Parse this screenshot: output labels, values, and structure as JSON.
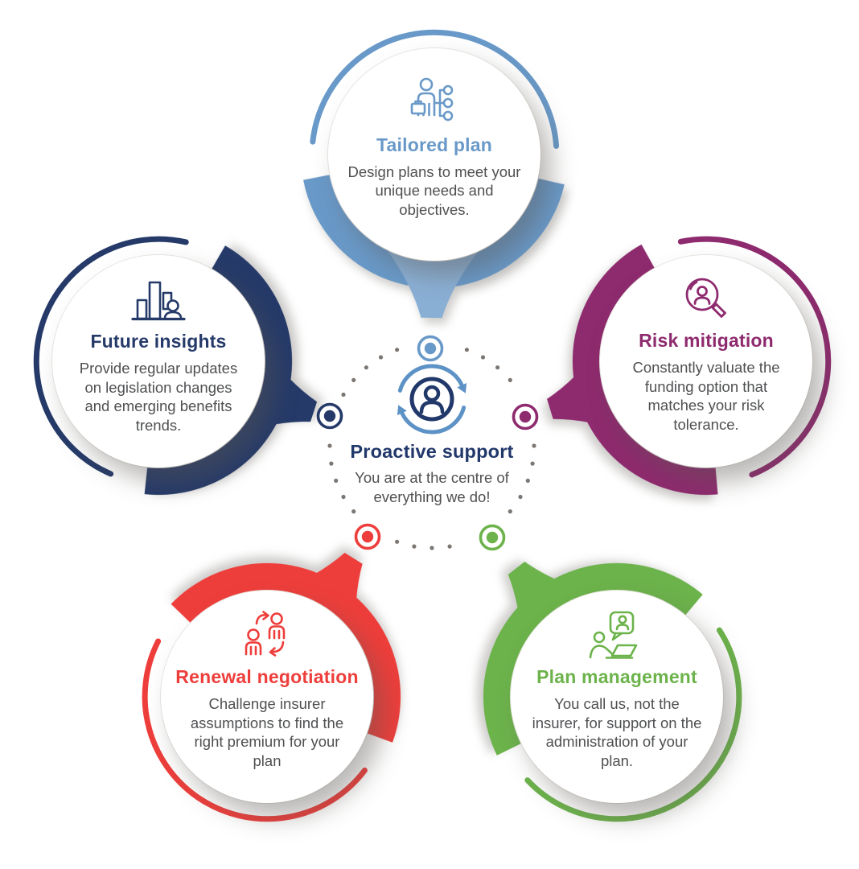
{
  "diagram": {
    "background_color": "#ffffff",
    "text_color": "#4f5052",
    "dot_color": "#7c7773",
    "center": {
      "title": "Proactive support",
      "description": "You are at the centre of everything we do!",
      "title_color": "#21386b",
      "icon": "person-cycle-icon",
      "icon_circle_color": "#21386b",
      "icon_arrow_color": "#5d92c7"
    },
    "sections": [
      {
        "id": "tailored-plan",
        "title": "Tailored plan",
        "description": "Design plans to meet your unique needs and objectives.",
        "color": "#6999c8",
        "icon": "person-briefcase-options-icon",
        "position": "top"
      },
      {
        "id": "future-insights",
        "title": "Future insights",
        "description": "Provide regular updates on legislation changes and emerging benefits trends.",
        "color": "#253a69",
        "icon": "bar-chart-person-icon",
        "position": "left"
      },
      {
        "id": "risk-mitigation",
        "title": "Risk mitigation",
        "description": "Constantly valuate the funding option that matches your risk tolerance.",
        "color": "#8e2a6e",
        "icon": "magnifier-person-icon",
        "position": "right"
      },
      {
        "id": "renewal-negotiation",
        "title": "Renewal negotiation",
        "description": "Challenge insurer assumptions to find the right premium for your plan",
        "color": "#ee3e3b",
        "icon": "people-swap-icon",
        "position": "bottom-left"
      },
      {
        "id": "plan-management",
        "title": "Plan management",
        "description": "You call us, not the insurer, for support on the administration of your plan.",
        "color": "#6cb34b",
        "icon": "person-laptop-chat-icon",
        "position": "bottom-right"
      }
    ]
  }
}
